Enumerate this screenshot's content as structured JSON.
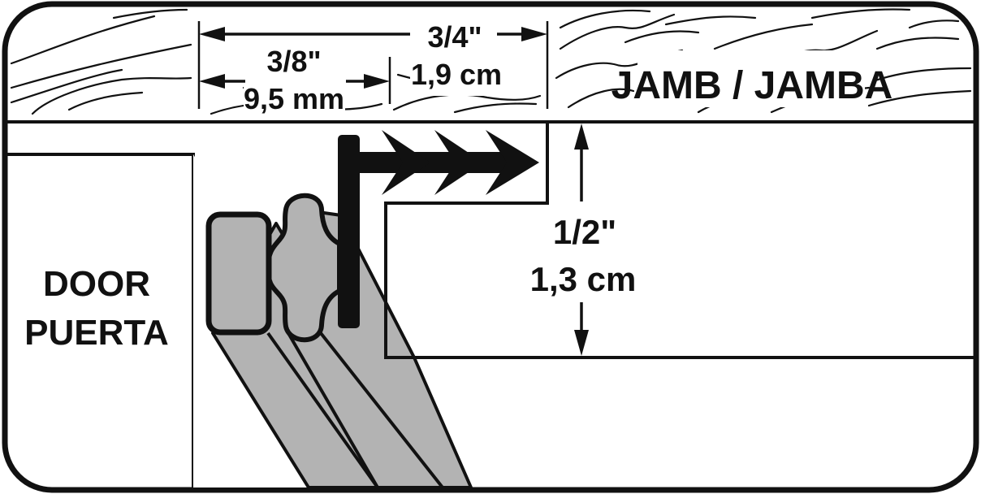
{
  "labels": {
    "jamb": "JAMB / JAMBA",
    "door_en": "DOOR",
    "door_es": "PUERTA"
  },
  "dimensions": {
    "kerf_depth_in": "3/8\"",
    "kerf_depth_mm": "9,5 mm",
    "jamb_width_in": "3/4\"",
    "jamb_width_cm": "1,9 cm",
    "gap_in": "1/2\"",
    "gap_cm": "1,3 cm"
  },
  "colors": {
    "ink": "#111111",
    "seal_gray": "#b3b3b3",
    "background": "#ffffff"
  }
}
